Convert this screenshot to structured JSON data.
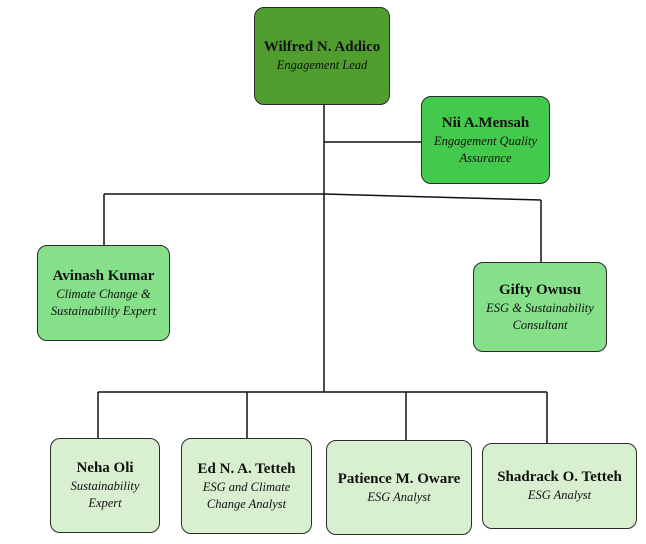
{
  "lead": {
    "name": "Wilfred N. Addico",
    "role": "Engagement Lead"
  },
  "quality": {
    "name": "Nii A.Mensah",
    "role": "Engagement Quality Assurance"
  },
  "experts": [
    {
      "name": "Avinash Kumar",
      "role": "Climate Change & Sustainability Expert"
    },
    {
      "name": "Gifty Owusu",
      "role": "ESG & Sustainability Consultant"
    }
  ],
  "analysts": [
    {
      "name": "Neha Oli",
      "role": "Sustainability Expert"
    },
    {
      "name": "Ed N. A. Tetteh",
      "role": "ESG and Climate Change Analyst"
    },
    {
      "name": "Patience M. Oware",
      "role": "ESG Analyst"
    },
    {
      "name": "Shadrack O. Tetteh",
      "role": "ESG Analyst"
    }
  ],
  "colors": {
    "lead": "#4f9e2e",
    "quality": "#43c94c",
    "experts": "#86e08a",
    "analysts": "#d8efd0",
    "connector": "#111111"
  }
}
